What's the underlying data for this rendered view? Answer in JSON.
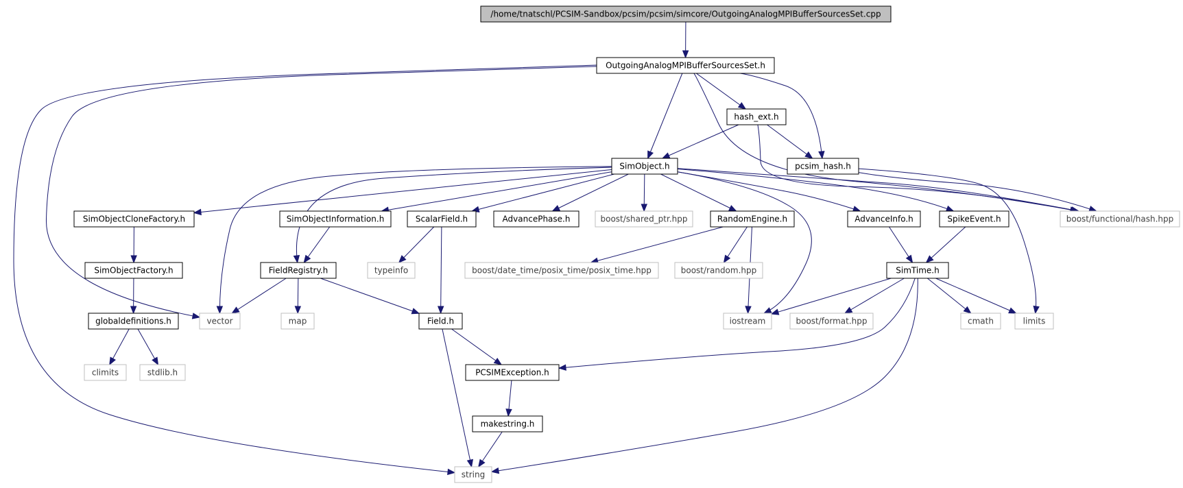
{
  "colors": {
    "edge": "#191970",
    "root_fill": "#bfbfbf",
    "node_border": "#000000",
    "ext_border": "#bfbfbf"
  },
  "nodes": [
    {
      "id": "root",
      "label": "/home/tnatschl/PCSIM-Sandbox/pcsim/pcsim/simcore/OutgoingAnalogMPIBufferSourcesSet.cpp",
      "kind": "root"
    },
    {
      "id": "outgoing",
      "label": "OutgoingAnalogMPIBufferSourcesSet.h",
      "kind": "normal"
    },
    {
      "id": "hashext",
      "label": "hash_ext.h",
      "kind": "normal"
    },
    {
      "id": "simobject",
      "label": "SimObject.h",
      "kind": "normal"
    },
    {
      "id": "pcsimhash",
      "label": "pcsim_hash.h",
      "kind": "normal"
    },
    {
      "id": "clonefactory",
      "label": "SimObjectCloneFactory.h",
      "kind": "normal"
    },
    {
      "id": "information",
      "label": "SimObjectInformation.h",
      "kind": "normal"
    },
    {
      "id": "scalarfield",
      "label": "ScalarField.h",
      "kind": "normal"
    },
    {
      "id": "advancephase",
      "label": "AdvancePhase.h",
      "kind": "normal"
    },
    {
      "id": "sharedptr",
      "label": "boost/shared_ptr.hpp",
      "kind": "ext"
    },
    {
      "id": "randomengine",
      "label": "RandomEngine.h",
      "kind": "normal"
    },
    {
      "id": "advanceinfo",
      "label": "AdvanceInfo.h",
      "kind": "normal"
    },
    {
      "id": "spikeevent",
      "label": "SpikeEvent.h",
      "kind": "normal"
    },
    {
      "id": "functionalhash",
      "label": "boost/functional/hash.hpp",
      "kind": "ext"
    },
    {
      "id": "objectfactory",
      "label": "SimObjectFactory.h",
      "kind": "normal"
    },
    {
      "id": "fieldregistry",
      "label": "FieldRegistry.h",
      "kind": "normal"
    },
    {
      "id": "typeinfo",
      "label": "typeinfo",
      "kind": "ext"
    },
    {
      "id": "posixtime",
      "label": "boost/date_time/posix_time/posix_time.hpp",
      "kind": "ext"
    },
    {
      "id": "random",
      "label": "boost/random.hpp",
      "kind": "ext"
    },
    {
      "id": "simtime",
      "label": "SimTime.h",
      "kind": "normal"
    },
    {
      "id": "globaldef",
      "label": "globaldefinitions.h",
      "kind": "normal"
    },
    {
      "id": "vector",
      "label": "vector",
      "kind": "ext"
    },
    {
      "id": "map",
      "label": "map",
      "kind": "ext"
    },
    {
      "id": "field",
      "label": "Field.h",
      "kind": "normal"
    },
    {
      "id": "iostream",
      "label": "iostream",
      "kind": "ext"
    },
    {
      "id": "format",
      "label": "boost/format.hpp",
      "kind": "ext"
    },
    {
      "id": "cmath",
      "label": "cmath",
      "kind": "ext"
    },
    {
      "id": "limits",
      "label": "limits",
      "kind": "ext"
    },
    {
      "id": "climits",
      "label": "climits",
      "kind": "ext"
    },
    {
      "id": "stdlib",
      "label": "stdlib.h",
      "kind": "ext"
    },
    {
      "id": "pcsimexception",
      "label": "PCSIMException.h",
      "kind": "normal"
    },
    {
      "id": "makestring",
      "label": "makestring.h",
      "kind": "normal"
    },
    {
      "id": "string",
      "label": "string",
      "kind": "ext"
    }
  ]
}
